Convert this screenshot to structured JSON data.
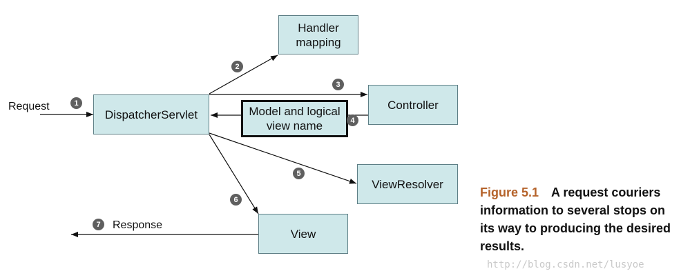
{
  "boxes": {
    "handler_mapping": "Handler\nmapping",
    "dispatcher_servlet": "DispatcherServlet",
    "controller": "Controller",
    "model_view": "Model and logical\nview name",
    "view_resolver": "ViewResolver",
    "view": "View"
  },
  "labels": {
    "request": "Request",
    "response": "Response"
  },
  "steps": [
    "1",
    "2",
    "3",
    "4",
    "5",
    "6",
    "7"
  ],
  "caption": {
    "figure": "Figure 5.1",
    "text": "A request couriers information to several stops on its way to producing the desired results."
  },
  "watermark": "http://blog.csdn.net/lusyoe",
  "colors": {
    "box_fill": "#cfe8ea",
    "box_border": "#5e7f86",
    "step_circle": "#5f5f5f",
    "figure_label": "#b5632b"
  }
}
